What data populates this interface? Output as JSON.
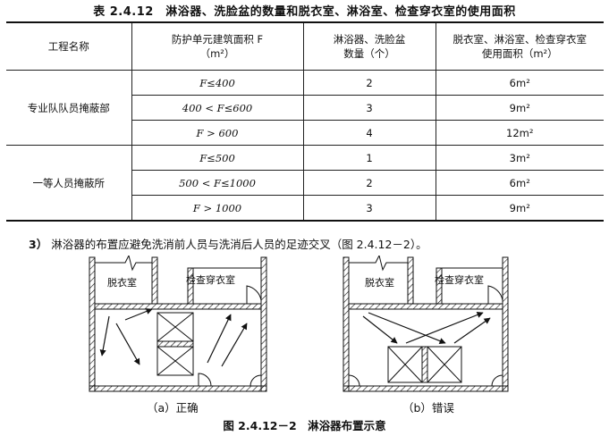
{
  "table": {
    "title": "表 2.4.12　淋浴器、洗脸盆的数量和脱衣室、淋浴室、检查穿衣室的使用面积",
    "headers": {
      "col1": "工程名称",
      "col2_line1": "防护单元建筑面积 F",
      "col2_line2": "（m²）",
      "col3_line1": "淋浴器、洗脸盆",
      "col3_line2": "数量（个）",
      "col4_line1": "脱衣室、淋浴室、检查穿衣室",
      "col4_line2": "使用面积（m²）"
    },
    "groups": [
      {
        "name": "专业队队员掩蔽部",
        "rows": [
          {
            "area": "F≤400",
            "count": "2",
            "usage": "6m²"
          },
          {
            "area": "400 < F≤600",
            "count": "3",
            "usage": "9m²"
          },
          {
            "area": "F > 600",
            "count": "4",
            "usage": "12m²"
          }
        ]
      },
      {
        "name": "一等人员掩蔽所",
        "rows": [
          {
            "area": "F≤500",
            "count": "1",
            "usage": "3m²"
          },
          {
            "area": "500 < F≤1000",
            "count": "2",
            "usage": "6m²"
          },
          {
            "area": "F > 1000",
            "count": "3",
            "usage": "9m²"
          }
        ]
      }
    ]
  },
  "note": {
    "number": "3）",
    "text": "淋浴器的布置应避免洗消前人员与洗消后人员的足迹交叉（图 2.4.12－2）。"
  },
  "figure": {
    "left": {
      "caption": "（a）正确",
      "room_undress": "脱衣室",
      "room_inspect": "检查穿衣室"
    },
    "right": {
      "caption": "（b）错误",
      "room_undress": "脱衣室",
      "room_inspect": "检查穿衣室"
    },
    "caption": "图 2.4.12－2　淋浴器布置示意"
  }
}
